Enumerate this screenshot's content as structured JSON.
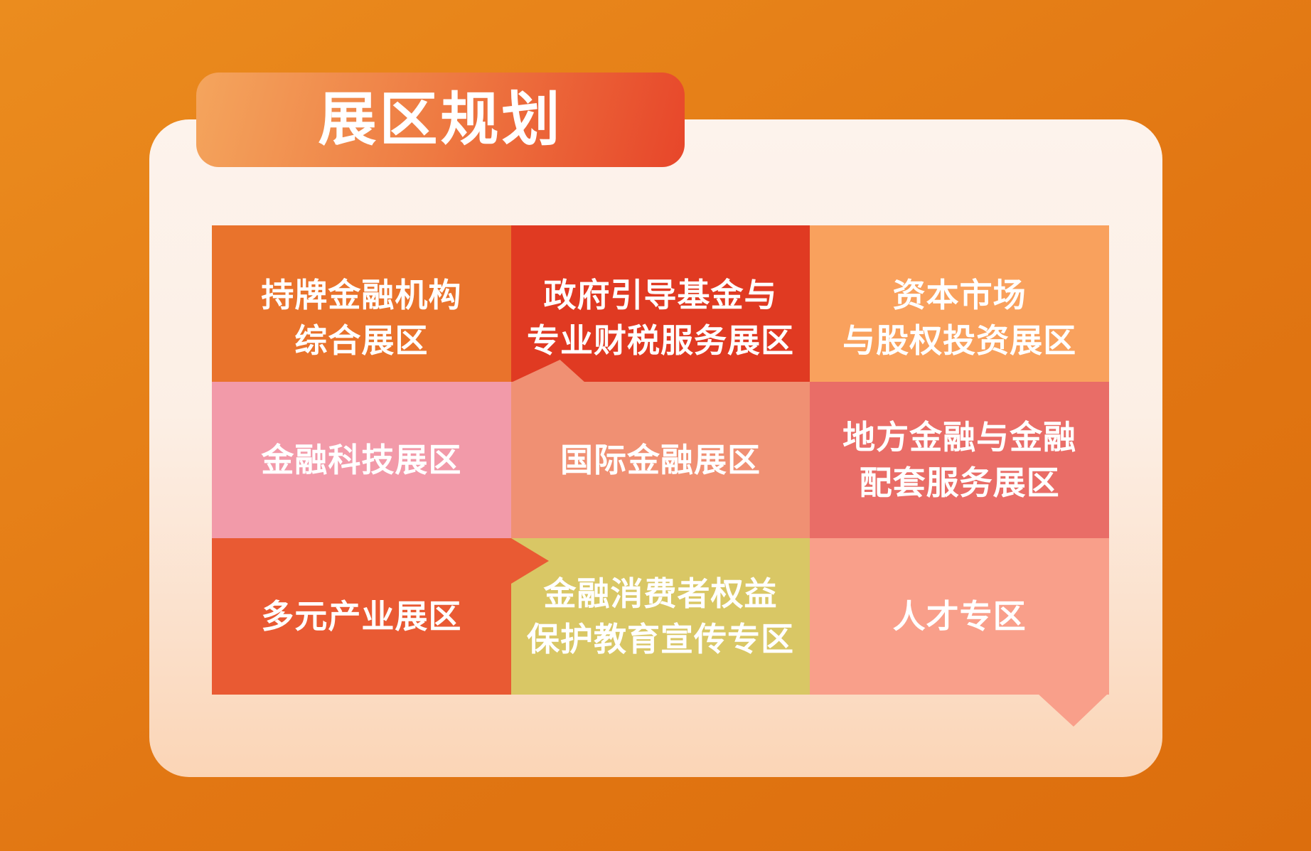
{
  "poster": {
    "title": "展区规划"
  },
  "colors": {
    "page_bg_start": "#EB8C1E",
    "page_bg_end": "#DC6E0D",
    "card_bg_top": "#FDF3EC",
    "card_bg_bottom": "#FBD5B6",
    "banner_gradient_start": "#F4A55D",
    "banner_gradient_end": "#E7462A",
    "cell_text": "#FFFFFF"
  },
  "grid": {
    "cells": [
      {
        "id": "licensed-financial-institutions-zone",
        "row": 1,
        "col": 1,
        "color": "#E9732C",
        "lines": [
          "持牌金融机构",
          "综合展区"
        ]
      },
      {
        "id": "government-guided-funds-zone",
        "row": 1,
        "col": 2,
        "color": "#E03A22",
        "lines": [
          "政府引导基金与",
          "专业财税服务展区"
        ]
      },
      {
        "id": "capital-market-equity-investment-zone",
        "row": 1,
        "col": 3,
        "color": "#F9A15D",
        "lines": [
          "资本市场",
          "与股权投资展区"
        ]
      },
      {
        "id": "fintech-zone",
        "row": 2,
        "col": 1,
        "color": "#F29AA9",
        "lines": [
          "金融科技展区"
        ]
      },
      {
        "id": "international-finance-zone",
        "row": 2,
        "col": 2,
        "color": "#F09073",
        "lines": [
          "国际金融展区"
        ]
      },
      {
        "id": "local-finance-support-services-zone",
        "row": 2,
        "col": 3,
        "color": "#E96D67",
        "lines": [
          "地方金融与金融",
          "配套服务展区"
        ]
      },
      {
        "id": "diversified-industries-zone",
        "row": 3,
        "col": 1,
        "color": "#E95A33",
        "lines": [
          "多元产业展区"
        ]
      },
      {
        "id": "financial-consumer-protection-zone",
        "row": 3,
        "col": 2,
        "color": "#D9C765",
        "lines": [
          "金融消费者权益",
          "保护教育宣传专区"
        ]
      },
      {
        "id": "talent-zone",
        "row": 3,
        "col": 3,
        "color": "#F99F8A",
        "lines": [
          "人才专区"
        ]
      }
    ]
  }
}
